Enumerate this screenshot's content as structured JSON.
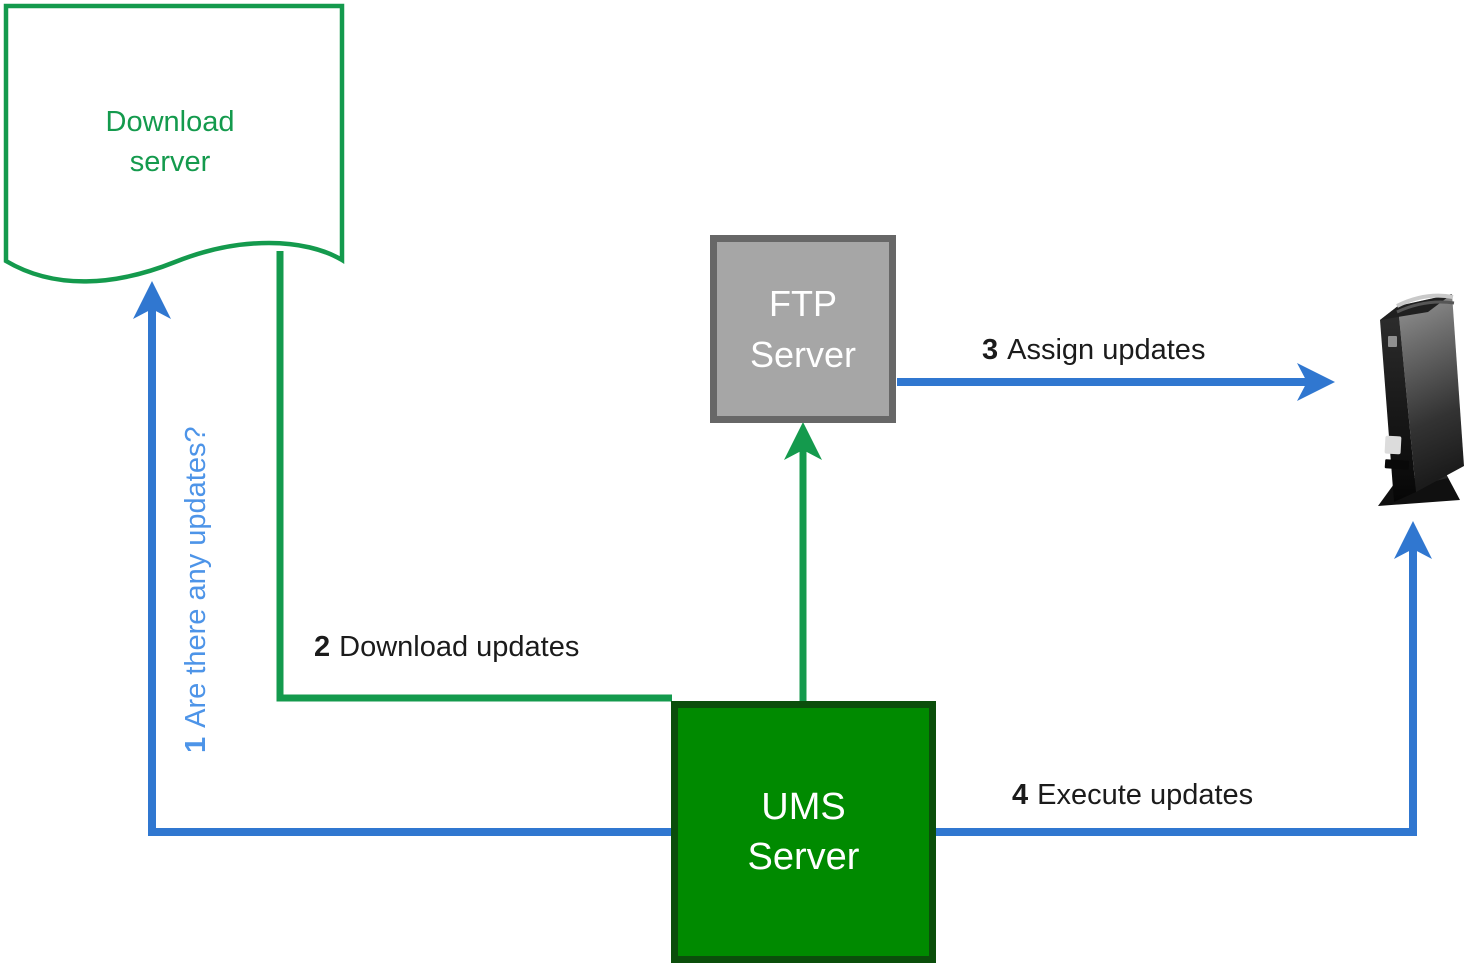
{
  "nodes": {
    "download_server": {
      "label": "Download server",
      "shape": "document"
    },
    "ftp_server": {
      "label": "FTP Server",
      "shape": "square"
    },
    "ums_server": {
      "label": "UMS Server",
      "shape": "square"
    },
    "thin_client": {
      "icon": "thin-client-device"
    }
  },
  "steps": {
    "s1": {
      "num": "1",
      "text": "Are there any updates?",
      "from": "ums_server",
      "to": "download_server"
    },
    "s2": {
      "num": "2",
      "text": "Download updates",
      "from": "download_server",
      "to": "ums_server"
    },
    "s3": {
      "num": "3",
      "text": "Assign updates",
      "from": "ftp_server",
      "to": "thin_client"
    },
    "s4": {
      "num": "4",
      "text": "Execute updates",
      "from": "ums_server",
      "to": "thin_client"
    }
  },
  "colors": {
    "green_line": "#149a4d",
    "green_fill": "#008a00",
    "green_border": "#0b4e0b",
    "blue_line": "#3077d0",
    "blue_text": "#4d94e8",
    "gray_fill": "#a6a6a6",
    "gray_border": "#676767",
    "label_text": "#1b1b1b"
  }
}
